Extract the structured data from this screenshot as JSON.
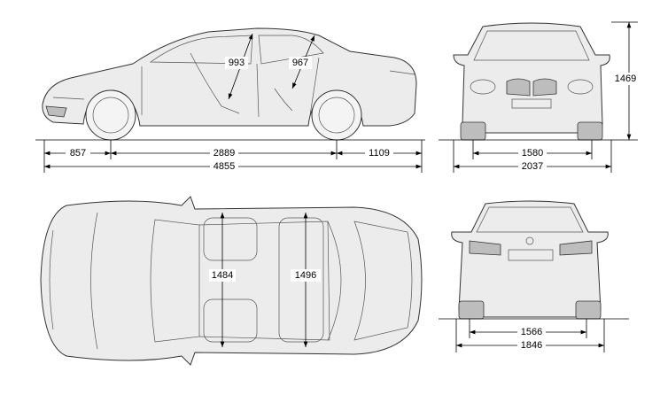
{
  "title": "Vehicle dimensions drawing",
  "side_view": {
    "headroom_front": "993",
    "headroom_rear": "967",
    "front_overhang": "857",
    "wheelbase": "2889",
    "rear_overhang": "1109",
    "overall_length": "4855"
  },
  "front_view": {
    "height": "1469",
    "front_track": "1580",
    "width_with_mirrors": "2037"
  },
  "top_view": {
    "front_interior_width": "1484",
    "rear_interior_width": "1496"
  },
  "rear_view": {
    "rear_track": "1566",
    "width": "1846"
  },
  "colors": {
    "line": "#000000",
    "body": "#ececec"
  }
}
